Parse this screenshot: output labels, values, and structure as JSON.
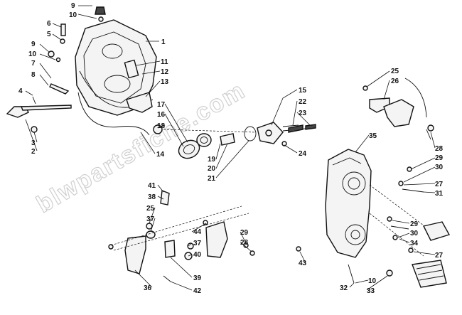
{
  "watermark": {
    "text": "blwpartsfiche.com"
  },
  "callouts": [
    {
      "id": "c9a",
      "label": "9"
    },
    {
      "id": "c10a",
      "label": "10"
    },
    {
      "id": "c6",
      "label": "6"
    },
    {
      "id": "c5",
      "label": "5"
    },
    {
      "id": "c9b",
      "label": "9"
    },
    {
      "id": "c10b",
      "label": "10"
    },
    {
      "id": "c7",
      "label": "7"
    },
    {
      "id": "c8",
      "label": "8"
    },
    {
      "id": "c4",
      "label": "4"
    },
    {
      "id": "c3",
      "label": "3"
    },
    {
      "id": "c2",
      "label": "2"
    },
    {
      "id": "c1",
      "label": "1"
    },
    {
      "id": "c11",
      "label": "11"
    },
    {
      "id": "c12",
      "label": "12"
    },
    {
      "id": "c13",
      "label": "13"
    },
    {
      "id": "c14",
      "label": "14"
    },
    {
      "id": "c17",
      "label": "17"
    },
    {
      "id": "c16",
      "label": "16"
    },
    {
      "id": "c18",
      "label": "18"
    },
    {
      "id": "c19",
      "label": "19"
    },
    {
      "id": "c20",
      "label": "20"
    },
    {
      "id": "c21",
      "label": "21"
    },
    {
      "id": "c15",
      "label": "15"
    },
    {
      "id": "c22",
      "label": "22"
    },
    {
      "id": "c23",
      "label": "23"
    },
    {
      "id": "c24",
      "label": "24"
    },
    {
      "id": "c25a",
      "label": "25"
    },
    {
      "id": "c26",
      "label": "26"
    },
    {
      "id": "c28a",
      "label": "28"
    },
    {
      "id": "c29a",
      "label": "29"
    },
    {
      "id": "c30a",
      "label": "30"
    },
    {
      "id": "c35",
      "label": "35"
    },
    {
      "id": "c27a",
      "label": "27"
    },
    {
      "id": "c31",
      "label": "31"
    },
    {
      "id": "c29b",
      "label": "29"
    },
    {
      "id": "c30b",
      "label": "30"
    },
    {
      "id": "c34",
      "label": "34"
    },
    {
      "id": "c27b",
      "label": "27"
    },
    {
      "id": "c43",
      "label": "43"
    },
    {
      "id": "c10c",
      "label": "10"
    },
    {
      "id": "c32",
      "label": "32"
    },
    {
      "id": "c33",
      "label": "33"
    },
    {
      "id": "c41",
      "label": "41"
    },
    {
      "id": "c38",
      "label": "38"
    },
    {
      "id": "c25b",
      "label": "25"
    },
    {
      "id": "c37a",
      "label": "37"
    },
    {
      "id": "c44",
      "label": "44"
    },
    {
      "id": "c29c",
      "label": "29"
    },
    {
      "id": "c28b",
      "label": "28"
    },
    {
      "id": "c37b",
      "label": "37"
    },
    {
      "id": "c40",
      "label": "40"
    },
    {
      "id": "c39",
      "label": "39"
    },
    {
      "id": "c36",
      "label": "36"
    },
    {
      "id": "c42",
      "label": "42"
    }
  ]
}
